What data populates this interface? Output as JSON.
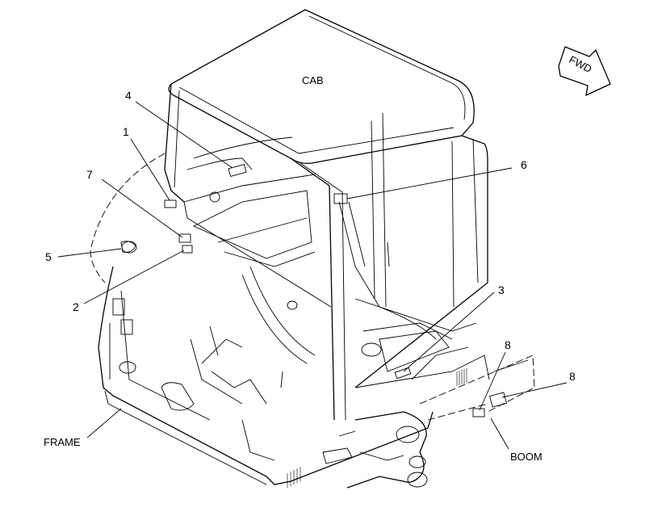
{
  "labels": {
    "cab": "CAB",
    "fwd": "FWD",
    "frame": "FRAME",
    "boom": "BOOM"
  },
  "callouts": {
    "c1": "1",
    "c2": "2",
    "c3": "3",
    "c4": "4",
    "c5": "5",
    "c6": "6",
    "c7": "7",
    "c8a": "8",
    "c8b": "8"
  }
}
